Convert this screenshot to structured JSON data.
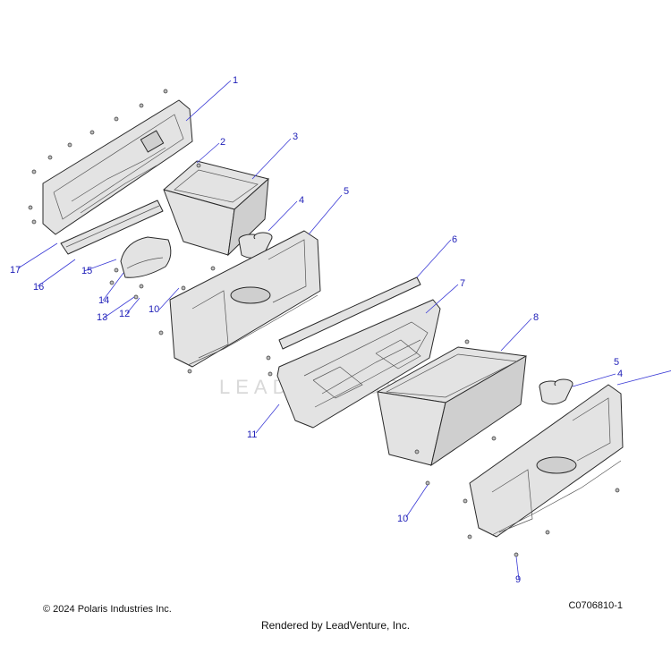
{
  "callouts": [
    "1",
    "2",
    "3",
    "4",
    "5",
    "6",
    "7",
    "8",
    "4",
    "5",
    "9",
    "10",
    "11",
    "10",
    "12",
    "13",
    "14",
    "15",
    "16",
    "17"
  ],
  "watermark": "LEADVENTURE",
  "footer": {
    "copyright": "© 2024 Polaris Industries Inc.",
    "drawing_id": "C0706810-1",
    "rendered_by": "Rendered by LeadVenture, Inc."
  },
  "colors": {
    "callout": "#1f1fb8",
    "leader": "#3b3bd6"
  }
}
